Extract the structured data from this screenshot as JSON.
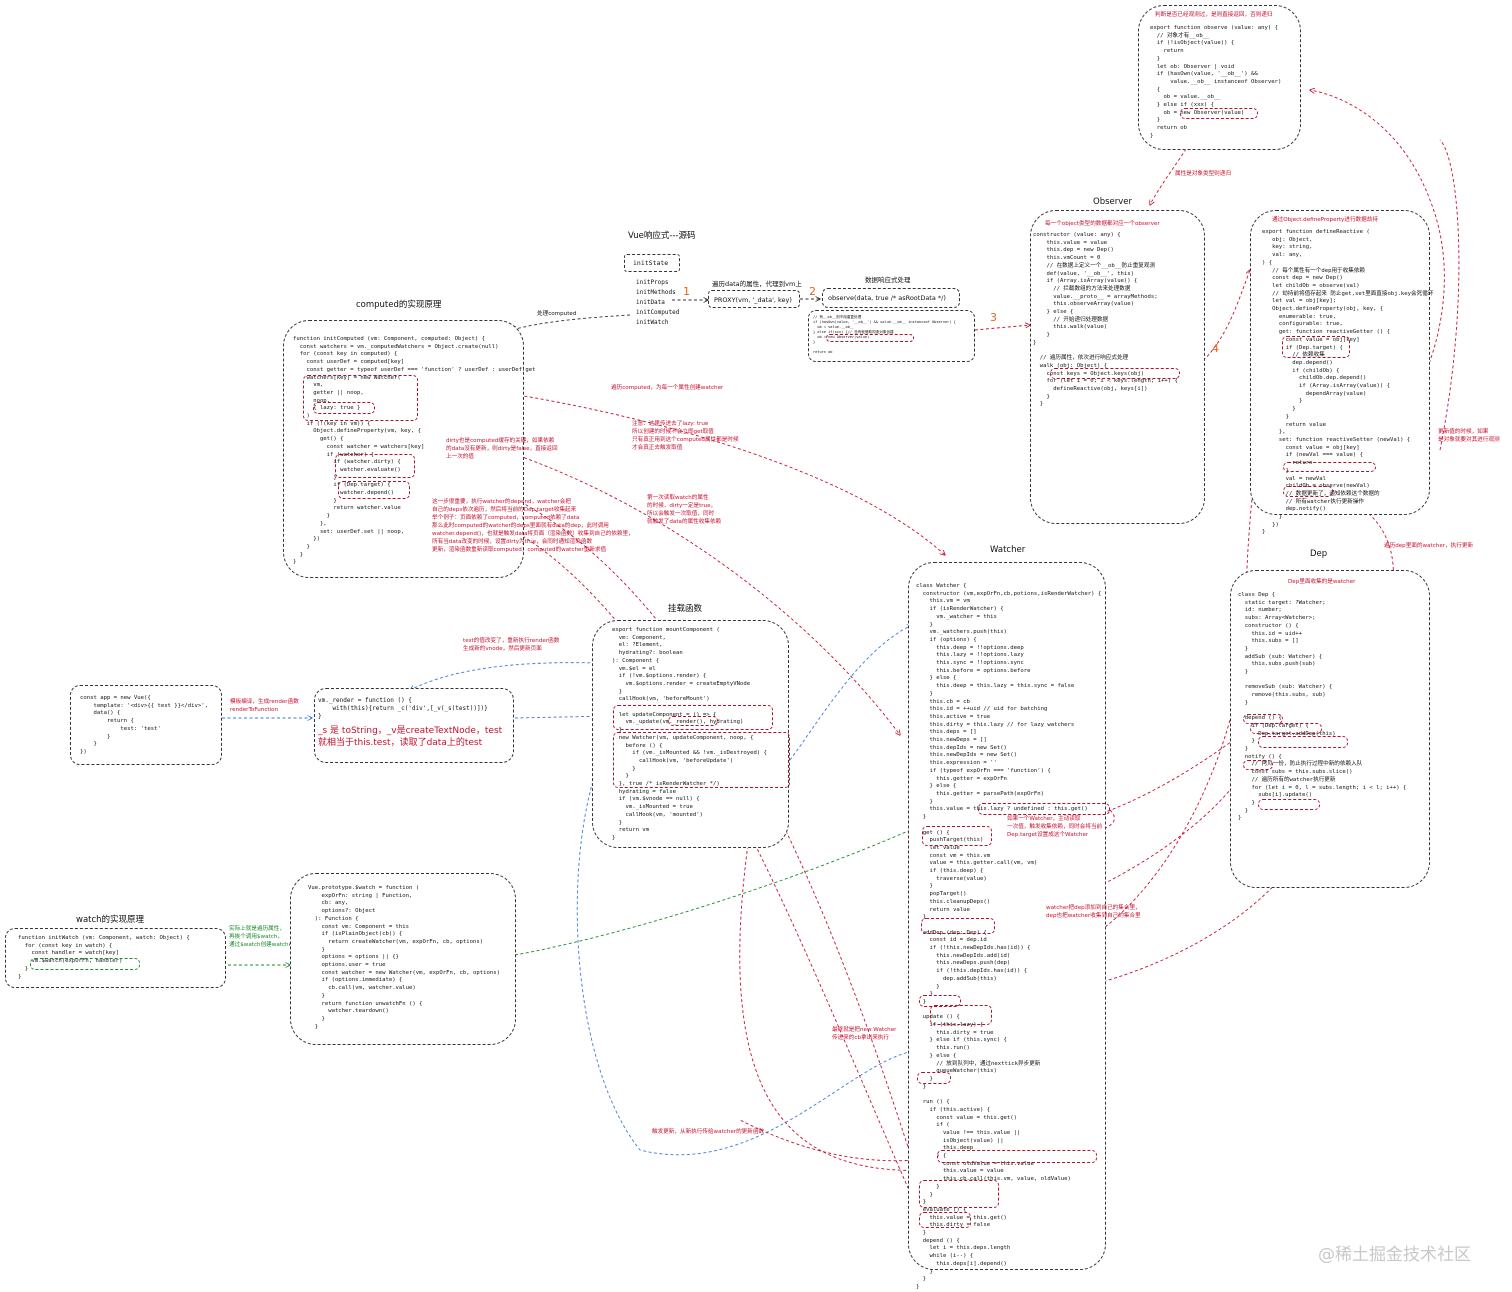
{
  "titles": {
    "main": "Vue响应式---源码",
    "computed": "computed的实现原理",
    "observer": "Observer",
    "watcher": "Watcher",
    "dep": "Dep",
    "mount": "挂载函数",
    "watch": "watch的实现原理",
    "data_proc": "数据响应式处理"
  },
  "numbers": [
    "1",
    "2",
    "3",
    "4"
  ],
  "init_state": {
    "title": "initState",
    "items": [
      "initProps",
      "initMethods",
      "initData",
      "initComputed",
      "initWatch"
    ]
  },
  "proxy": {
    "label": "遍历data的属性，代理到vm上",
    "code": "PROXY(vm, '_data', key)"
  },
  "observe_call": "observe(data, true /* asRootData */)",
  "observe_snippet": "// 有__ob__则不用重复处理\nif (hasOwn(value, '__ob__') && value.__ob__ instanceof Observer) {\n  ob = value.__ob__\n} else if(xxx) {// 没有就借助构造对象创建\n  ob = new Observer(value)\n}\n\nreturn ob",
  "observe_fn_code": "export function observe (value: any) {\n  // 对象才有__ob__\n  if (!isObject(value)) {\n    return\n  }\n  let ob: Observer | void\n  if (hasOwn(value, '__ob__') &&\n      value.__ob__ instanceof Observer)\n  {\n    ob = value.__ob__\n  } else if (xxx) {\n    ob = new Observer(value)\n  }\n  return ob\n}",
  "observer_code": "constructor (value: any) {\n    this.value = value\n    this.dep = new Dep()\n    this.vmCount = 0\n    // 在数据上定义一个__ob__防止重复观测\n    def(value, '__ob__', this)\n    if (Array.isArray(value)) {\n      // 拦截数组的方法来处理数据\n      value.__proto__ = arrayMethods;\n      this.observeArray(value)\n    } else {\n      // 开始递归处理数据\n      this.walk(value)\n    }\n}\n\n  // 遍历属性，依次进行响应式处理\n  walk (obj: Object) {\n    const keys = Object.keys(obj)\n    for (let i = 0; i < keys.length; i++) {\n      defineReactive(obj, keys[i])\n    }\n  }",
  "define_reactive_code": "export function defineReactive (\n   obj: Object,\n   key: string,\n   val: any,\n) {\n   // 每个属性有一个dep用于收集依赖\n   const dep = new Dep()\n   let childOb = observe(val)\n   // 劫持前将值存起来 防止get,set里面直接obj.key会死循环\n   let val = obj[key];\n   Object.defineProperty(obj, key, {\n     enumerable: true,\n     configurable: true,\n     get: function reactiveGetter () {\n       const value = obj[key]\n       if (Dep.target) {\n         // 依赖收集\n         dep.depend()\n         if (childOb) {\n           childOb.dep.depend()\n           if (Array.isArray(value)) {\n             dependArray(value)\n           }\n         }\n       }\n       return value\n     },\n     set: function reactiveSetter (newVal) {\n       const value = obj[key]\n       if (newVal === value) {\n         return\n       }\n       val = newVal\n       childOb = observe(newVal)\n       // 数据更新了，通知依赖这个数据的\n       // 所有watcher执行更新操作\n       dep.notify()\n     }\n   })\n}",
  "computed_code": "function initComputed (vm: Component, computed: Object) {\n  const watchers = vm._computedWatchers = Object.create(null)\n  for (const key in computed) {\n    const userDef = computed[key]\n    const getter = typeof userDef === 'function' ? userDef : userDef.get\n    watchers[key] = new Watcher(\n      vm,\n      getter || noop,\n      noop,\n      { lazy: true }\n    )\n    if (!(key in vm)) {\n      Object.defineProperty(vm, key, {\n        get() {\n          const watcher = watchers[key]\n          if (watcher) {\n            if (watcher.dirty) {\n              watcher.evaluate()\n            }\n            if (Dep.target) {\n              watcher.depend()\n            }\n            return watcher.value\n          }\n        },\n        set: userDef.set || noop,\n      })\n    }\n  }\n}",
  "watcher_code": "class Watcher {\n  constructor (vm,expOrFn,cb,potions,isRenderWatcher) {\n    this.vm = vm\n    if (isRenderWatcher) {\n      vm._watcher = this\n    }\n    vm._watchers.push(this)\n    if (options) {\n      this.deep = !!options.deep\n      this.lazy = !!options.lazy\n      this.sync = !!options.sync\n      this.before = options.before\n    } else {\n      this.deep = this.lazy = this.sync = false\n    }\n    this.cb = cb\n    this.id = ++uid // uid for batching\n    this.active = true\n    this.dirty = this.lazy // for lazy watchers\n    this.deps = []\n    this.newDeps = []\n    this.depIds = new Set()\n    this.newDepIds = new Set()\n    this.expression = ''\n    if (typeof expOrFn === 'function') {\n      this.getter = expOrFn\n    } else {\n      this.getter = parsePath(expOrFn)\n    }\n    this.value = this.lazy ? undefined : this.get()\n  }\n\n  get () {\n    pushTarget(this)\n    let value\n    const vm = this.vm\n    value = this.getter.call(vm, vm)\n    if (this.deep) {\n      traverse(value)\n    }\n    popTarget()\n    this.cleanupDeps()\n    return value\n  }\n\n  addDep (dep: Dep) {\n    const id = dep.id\n    if (!this.newDepIds.has(id)) {\n      this.newDepIds.add(id)\n      this.newDeps.push(dep)\n      if (!this.depIds.has(id)) {\n        dep.addSub(this)\n      }\n    }\n  }\n\n  update () {\n    if (this.lazy) {\n      this.dirty = true\n    } else if (this.sync) {\n      this.run()\n    } else {\n      // 放到队列中，通过nexttick异步更新\n      queueWatcher(this)\n    }\n  }\n\n  run () {\n    if (this.active) {\n      const value = this.get()\n      if (\n        value !== this.value ||\n        isObject(value) ||\n        this.deep\n      ) {\n        const oldValue = this.value\n        this.value = value\n        this.cb.call(this.vm, value, oldValue)\n      }\n    }\n  }\n  evaluate () {\n    this.value = this.get()\n    this.dirty = false\n  }\n  depend () {\n    let i = this.deps.length\n    while (i--) {\n      this.deps[i].depend()\n    }\n  }\n}",
  "dep_code": "class Dep {\n  static target: ?Watcher;\n  id: number;\n  subs: Array<Watcher>;\n  constructor () {\n    this.id = uid++\n    this.subs = []\n  }\n  addSub (sub: Watcher) {\n    this.subs.push(sub)\n  }\n\n  removeSub (sub: Watcher) {\n    remove(this.subs, sub)\n  }\n\n  depend () {\n    if (Dep.target) {\n      Dep.target.addDep(this)\n    }\n  }\n  notify () {\n    // 拷贝一份，防止执行过程中新的依赖入队\n    const subs = this.subs.slice()\n    // 遍历所有的watcher执行更新\n    for (let i = 0, l = subs.length; i < l; i++) {\n      subs[i].update()\n    }\n  }\n}",
  "mount_code": "export function mountComponent (\n  vm: Component,\n  el: ?Element,\n  hydrating?: boolean\n): Component {\n  vm.$el = el\n  if (!vm.$options.render) {\n    vm.$options.render = createEmptyVNode\n  }\n  callHook(vm, 'beforeMount')\n\n  let updateComponent = () => {\n    vm._update(vm._render(), hydrating)\n  }\n  new Watcher(vm, updateComponent, noop, {\n    before () {\n      if (vm._isMounted && !vm._isDestroyed) {\n        callHook(vm, 'beforeUpdate')\n      }\n    }\n  }, true /* isRenderWatcher */)\n  hydrating = false\n  if (vm.$vnode == null) {\n    vm._isMounted = true\n    callHook(vm, 'mounted')\n  }\n  return vm\n}",
  "app_code": "const app = new Vue({\n    template: '<div>{{ test }}</div>',\n    data() {\n        return {\n            test: 'test'\n        }\n    }\n})",
  "render_code": "vm._render = function () {\n    with(this){return _c('div',[_v(_s(test))])}\n}",
  "render_note": "_s 是 toString，_v是createTextNode，test\n就相当于this.test，读取了data上的test",
  "watch_fn_code": "Vue.prototype.$watch = function (\n    expOrFn: string | Function,\n    cb: any,\n    options?: Object\n  ): Function {\n    const vm: Component = this\n    if (isPlainObject(cb)) {\n      return createWatcher(vm, expOrFn, cb, options)\n    }\n    options = options || {}\n    options.user = true\n    const watcher = new Watcher(vm, expOrFn, cb, options)\n    if (options.immediate) {\n      cb.call(vm, watcher.value)\n    }\n    return function unwatchFn () {\n      watcher.teardown()\n    }\n  }",
  "init_watch_code": "function initWatch (vm: Component, watch: Object) {\n  for (const key in watch) {\n    const handler = watch[key]\n    vm.$watch(expOrFn, handler)\n  }\n}",
  "notes": {
    "process_computed": "处理computed",
    "observe_fn": "判断是否已经观测过，是则直接返回，否则递归",
    "attr_object": "属性是对象类型则递归",
    "observer_desc": "每一个object类型的数据都对应一个observer",
    "define_reactive": "通过Object.defineProperty进行数据劫持",
    "update_recursive": "更新值的时候，如果\n是对象就要对其进行观测",
    "notify_watcher": "遍历dep里面的watcher，执行更新",
    "dep_collect": "Dep里面收集的是watcher",
    "traverse_computed": "遍历computed，为每一个属性创建watcher",
    "lazy_note": "注意：这里传进去了lazy: true\n所以创建的时候不会立即get取值\n只有真正用到这个computed属性都是时候\n才会真正去触发取值",
    "dirty_note": "dirty也是computed缓存的关键，如果依赖\n的data没有更新，则dirty是false，直接返回\n上一次的值",
    "depend_note": "这一步很重要，执行watcher的depend，watcher会把\n自己的deps依次遍历，然后将当前的Dep.target收集起来\n举个例子：页面依赖了computed，computed依赖了data\n那么此时computed的watcher的deps里面就有data的dep，此时调用\nwatcher.depend()，也就是触发data将页面（渲染函数）收集到自己的依赖里，\n所有当data改变的时候，设置dirty为true，会同时通知渲染函数\n更新，渲染函数重新读取computed，computed的watcher重新求值",
    "first_read": "第一次读取watch的属性\n的时候，dirty一定是true，\n所以会触发一次取值，同时\n就触发了data的属性收集依赖",
    "get_note": "如果一个Watcher，主动读取\n一次值，触发收集依赖，同时会将当前\nDep.target设置成这个Watcher",
    "add_dep_note": "watcher把dep添加到自己的集合里，\ndep也把watcher收集到自己的集合里",
    "final_cb": "最终就是把new Watcher\n传进来的cb拿出来执行",
    "retrigger": "触发更新，从新执行传给watcher的更新函数",
    "test_changed": "test的值改变了，重新执行render函数\n生成新的vnode，然后更新页面",
    "template_compile": "模板编译，生成render函数\nrenderToFunction",
    "watch_note": "实际上就是遍历属性，\n再挨个调用$watch，\n通过$watch创建watcher"
  },
  "watermark": "@稀土掘金技术社区"
}
